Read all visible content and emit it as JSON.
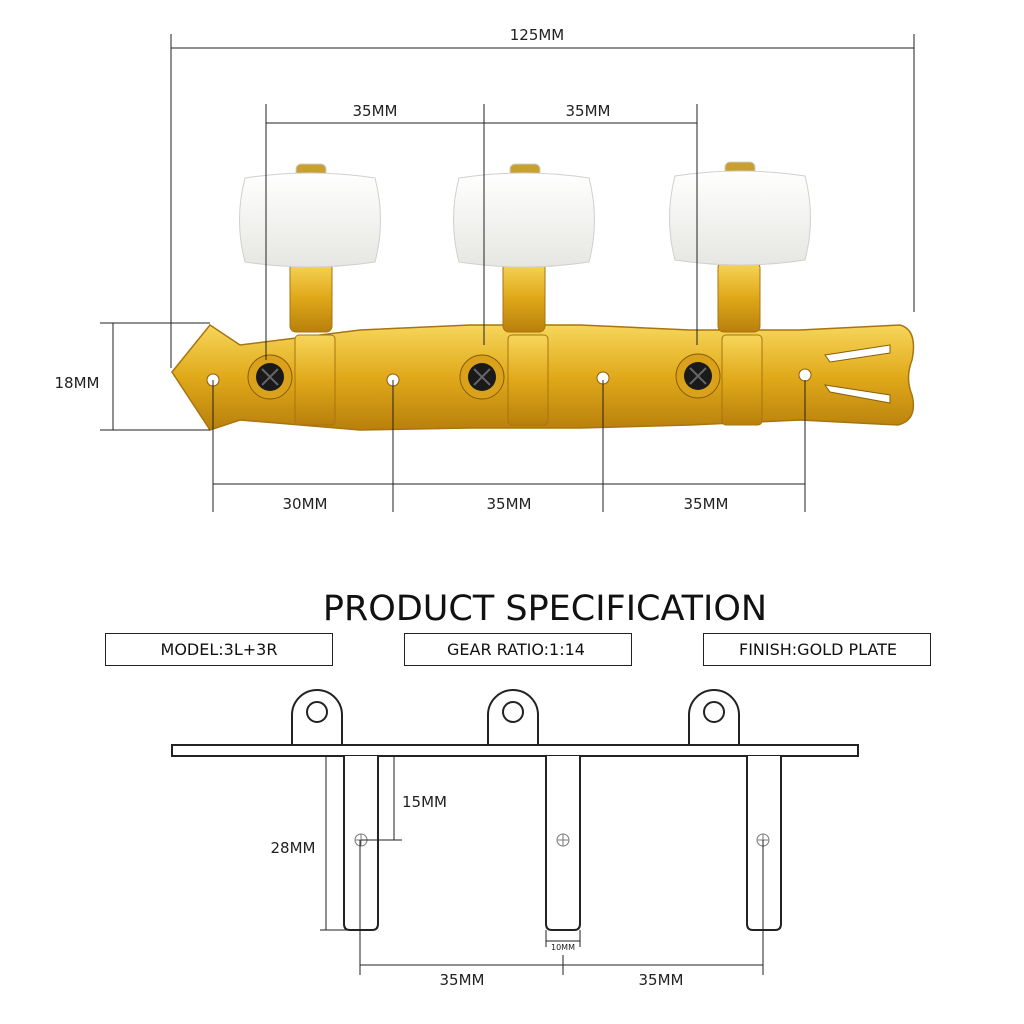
{
  "photo_dimensions": {
    "overall_length": "125MM",
    "post_spacing_1": "35MM",
    "post_spacing_2": "35MM",
    "plate_height": "18MM",
    "hole_spacing_1": "30MM",
    "hole_spacing_2": "35MM",
    "hole_spacing_3": "35MM"
  },
  "title": "PRODUCT SPECIFICATION",
  "specs": [
    {
      "label": "MODEL:3L+3R"
    },
    {
      "label": "GEAR RATIO:1:14"
    },
    {
      "label": "FINISH:GOLD PLATE"
    }
  ],
  "schematic": {
    "post_length": "28MM",
    "hole_offset": "15MM",
    "post_width": "10MM",
    "spacing_1": "35MM",
    "spacing_2": "35MM"
  },
  "colors": {
    "gold": "#e2b21e",
    "knob": "#f4f4f2",
    "screw": "#1a1a1a"
  }
}
